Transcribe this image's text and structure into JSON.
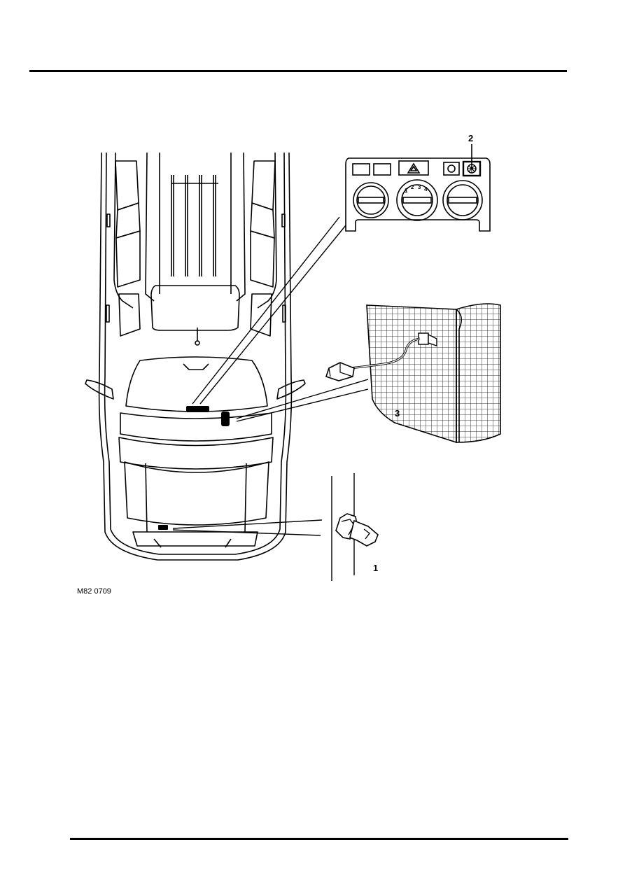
{
  "figure": {
    "reference": "M82 0709",
    "callouts": {
      "ambient_sensor": "1",
      "ac_switch": "2",
      "evaporator_sensor": "3"
    }
  },
  "control_panel": {
    "fan_speed_labels": [
      "1",
      "2",
      "3",
      "4"
    ]
  },
  "colors": {
    "line": "#000000",
    "background": "#ffffff",
    "shade": "#222222"
  }
}
